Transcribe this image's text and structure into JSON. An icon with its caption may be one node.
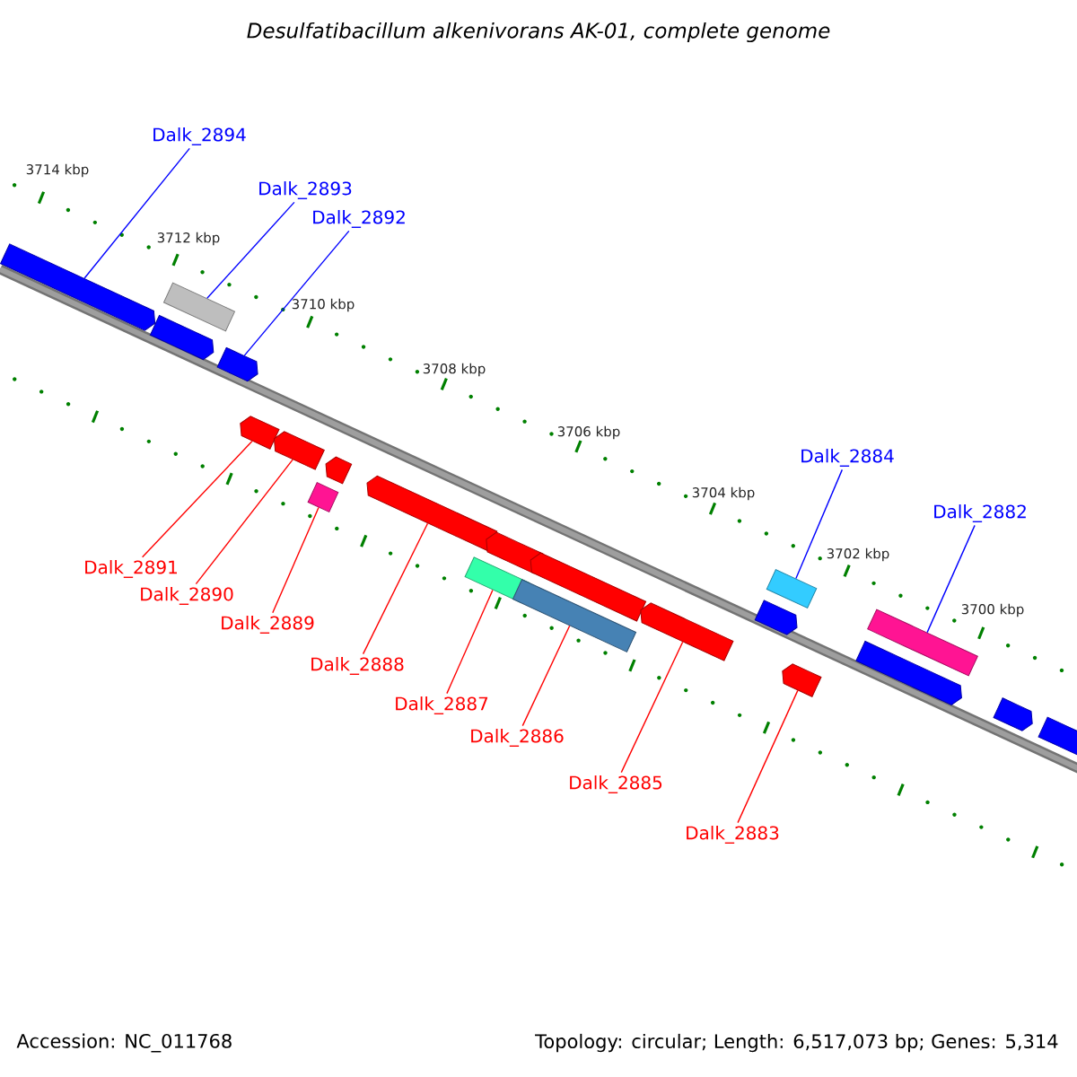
{
  "diagram": {
    "title": "Desulfatibacillum alkenivorans AK-01, complete genome",
    "nodes": [
      {
        "text": [
          "Dalk_2894"
        ]
      },
      {
        "text": [
          "Dalk_2893"
        ]
      },
      {
        "text": [
          "Dalk_2892"
        ]
      },
      {
        "text": [
          "Dalk_2884"
        ]
      },
      {
        "text": [
          "Dalk_2882"
        ]
      },
      {
        "text": [
          "Dalk_2891"
        ]
      },
      {
        "text": [
          "Dalk_2890"
        ]
      },
      {
        "text": [
          "Dalk_2889"
        ]
      },
      {
        "text": [
          "Dalk_2888"
        ]
      },
      {
        "text": [
          "Dalk_2887"
        ]
      },
      {
        "text": [
          "Dalk_2886"
        ]
      },
      {
        "text": [
          "Dalk_2885"
        ]
      },
      {
        "text": [
          "Dalk_2883"
        ]
      },
      {
        "text": [],
        "shape": "pentagon"
      },
      {
        "text": [],
        "shape": "pentagon"
      },
      {
        "text": [],
        "shape": "box"
      },
      {
        "text": [],
        "shape": "pentagon"
      },
      {
        "text": [],
        "shape": "pentagon"
      },
      {
        "text": [],
        "shape": "pentagon"
      },
      {
        "text": [],
        "shape": "box"
      },
      {
        "text": [],
        "shape": "pentagon"
      },
      {
        "text": [],
        "shape": "pentagon"
      },
      {
        "text": [],
        "shape": "box"
      },
      {
        "text": [],
        "shape": "pentagon"
      },
      {
        "text": [],
        "shape": "box"
      },
      {
        "text": [],
        "shape": "pentagon"
      },
      {
        "text": [],
        "shape": "pentagon"
      },
      {
        "text": [],
        "shape": "pentagon"
      },
      {
        "text": [],
        "shape": "box"
      },
      {
        "text": [],
        "shape": "pentagon"
      },
      {
        "text": [],
        "shape": "pentagon"
      },
      {
        "text": [],
        "shape": "box"
      },
      {
        "text": [],
        "shape": "pentagon"
      },
      {
        "text": [],
        "shape": "pentagon"
      }
    ],
    "edges": [
      {
        "from": 0,
        "to": 13,
        "arrow": "none",
        "color": "#0000ff"
      },
      {
        "from": 1,
        "to": 15,
        "arrow": "none",
        "color": "#0000ff"
      },
      {
        "from": 2,
        "to": 16,
        "arrow": "none",
        "color": "#0000ff"
      },
      {
        "from": 3,
        "to": 28,
        "arrow": "none",
        "color": "#0000ff"
      },
      {
        "from": 4,
        "to": 31,
        "arrow": "none",
        "color": "#0000ff"
      },
      {
        "from": 5,
        "to": 17,
        "arrow": "none"
      },
      {
        "from": 6,
        "to": 18,
        "arrow": "none"
      },
      {
        "from": 7,
        "to": 19,
        "arrow": "none"
      },
      {
        "from": 8,
        "to": 21,
        "arrow": "none"
      },
      {
        "from": 9,
        "to": 22,
        "arrow": "none"
      },
      {
        "from": 10,
        "to": 24,
        "arrow": "none"
      },
      {
        "from": 11,
        "to": 26,
        "arrow": "none"
      },
      {
        "from": 12,
        "to": 29,
        "arrow": "none"
      }
    ],
    "labels": [
      "3714 kbp",
      "3712 kbp",
      "3710 kbp",
      "3708 kbp",
      "3706 kbp",
      "3704 kbp",
      "3702 kbp",
      "3700 kbp",
      "Accession: NC_011768",
      "Topology: circular; Length: 6,517,073 bp; Genes: 5,314"
    ]
  }
}
